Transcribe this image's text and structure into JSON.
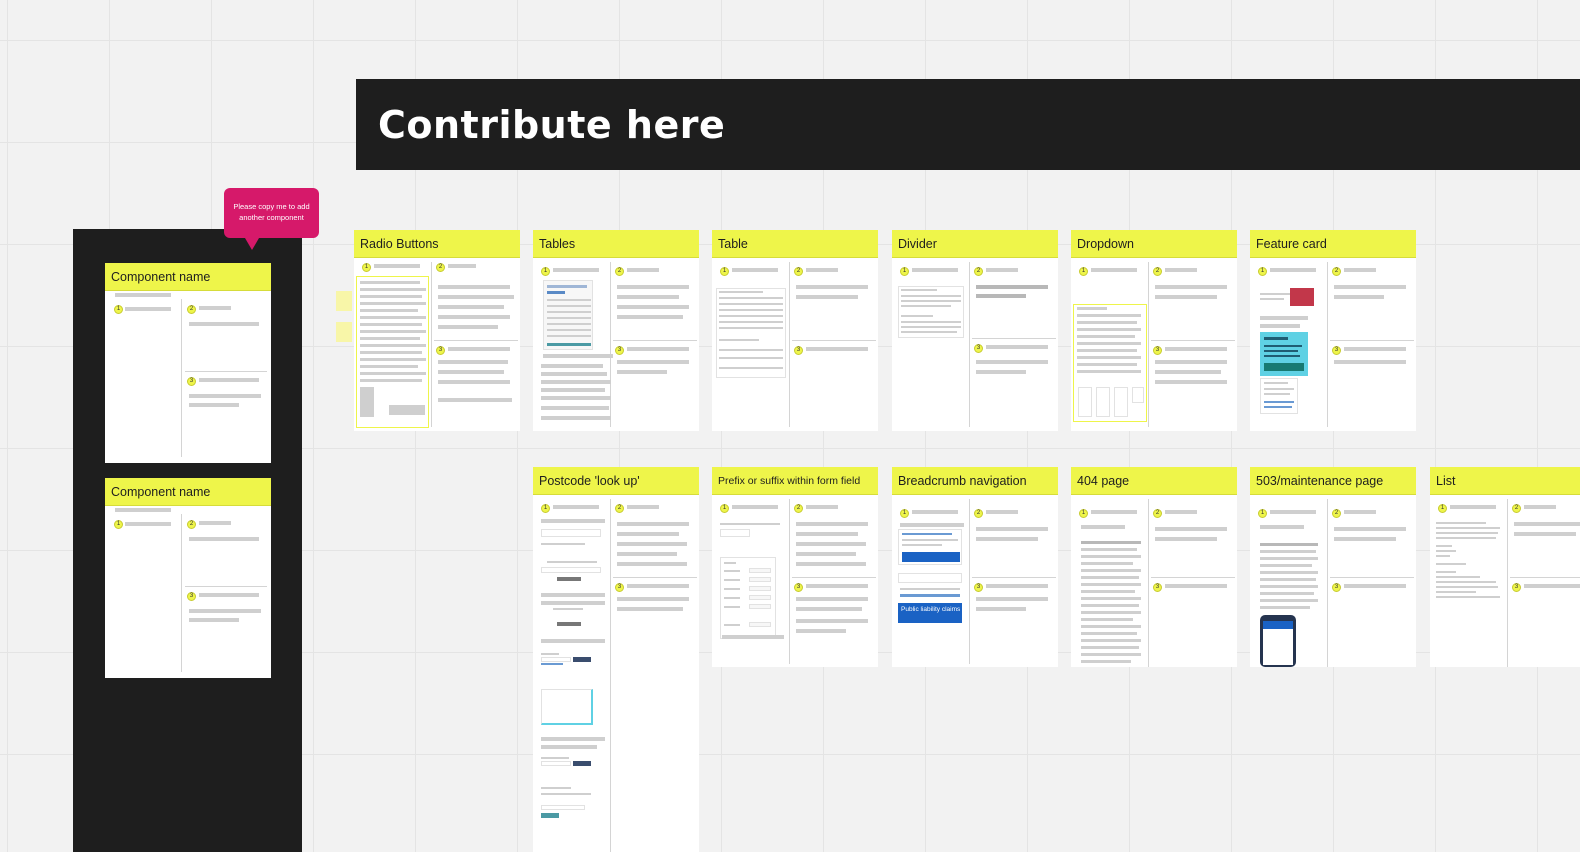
{
  "banner": {
    "title": "Contribute here"
  },
  "tooltip": {
    "text": "Please copy me to add another component"
  },
  "template_cards": [
    {
      "title": "Component name"
    },
    {
      "title": "Component name"
    }
  ],
  "component_cards": [
    {
      "title": "Radio Buttons"
    },
    {
      "title": "Tables"
    },
    {
      "title": "Table"
    },
    {
      "title": "Divider"
    },
    {
      "title": "Dropdown"
    },
    {
      "title": "Feature card"
    },
    {
      "title": "Postcode 'look up'"
    },
    {
      "title": "Prefix or suffix within form field"
    },
    {
      "title": "Breadcrumb navigation"
    },
    {
      "title": "404 page"
    },
    {
      "title": "503/maintenance page"
    },
    {
      "title": "List"
    }
  ],
  "thumbnails": {
    "breadcrumb_banner": "Public liability claims"
  },
  "colors": {
    "banner_bg": "#1e1e1e",
    "header_yellow": "#eef54a",
    "bubble_pink": "#d6196a",
    "link_blue": "#1a62c4",
    "teal": "#5fd1e4",
    "canvas": "#f2f2f2"
  }
}
